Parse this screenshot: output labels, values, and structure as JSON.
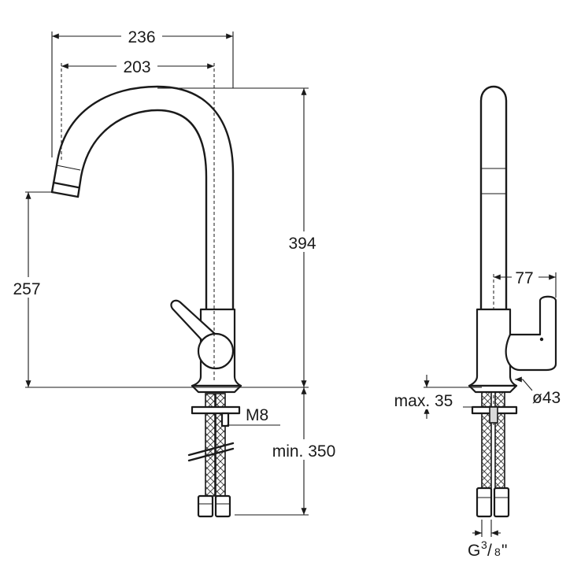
{
  "dimensions": {
    "spout_width_total": "236",
    "spout_width_inner": "203",
    "total_height": "394",
    "spout_height": "257",
    "thread_size": "M8",
    "hose_length": "min. 350",
    "lever_depth": "77",
    "max_thickness": "max. 35",
    "base_diameter": "ø43",
    "connection_main": "G",
    "connection_fraction_top": "3",
    "connection_fraction_bottom": "8",
    "connection_inch": "\""
  }
}
